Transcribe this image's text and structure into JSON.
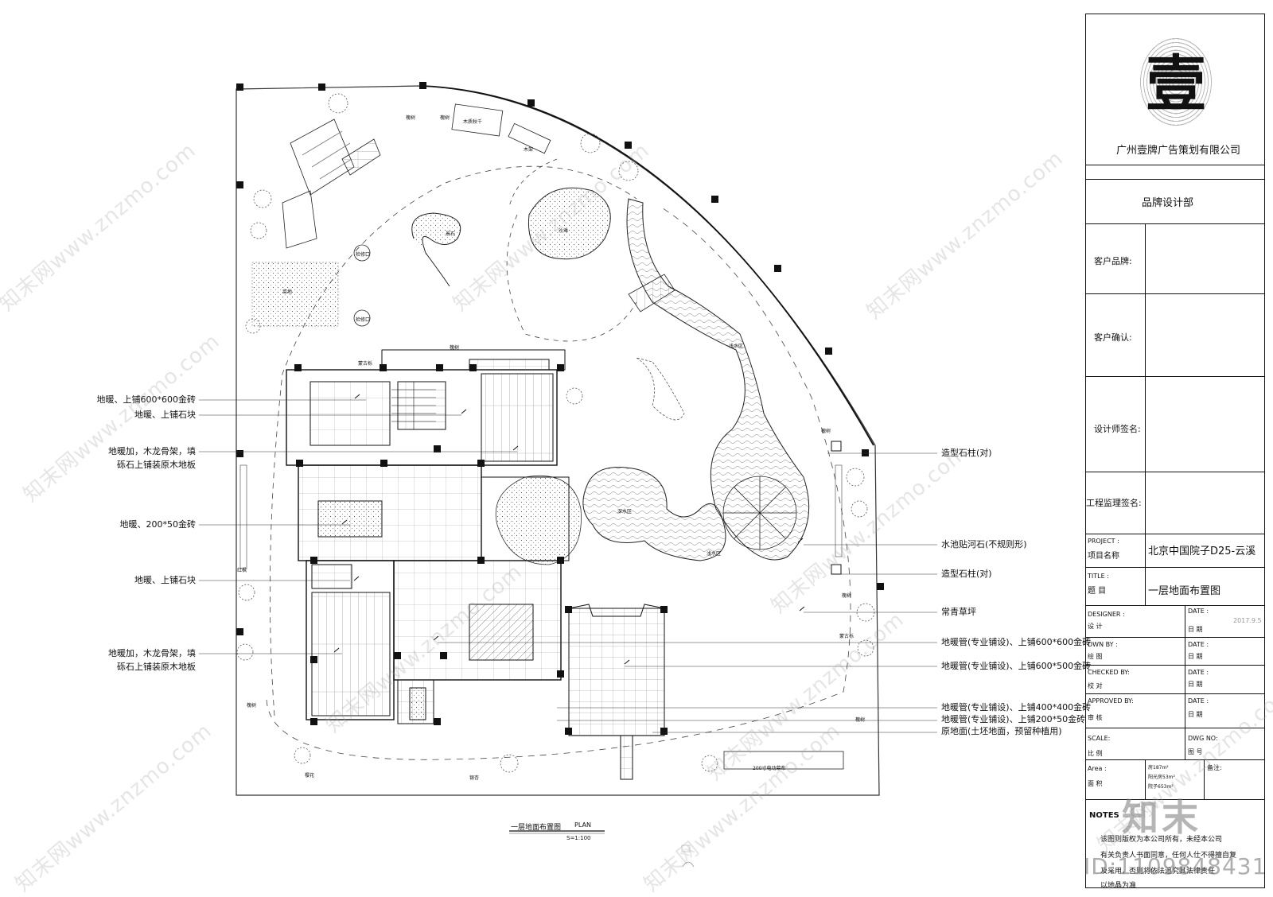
{
  "company": {
    "logo_char": "壹",
    "name": "广州壹牌广告策划有限公司",
    "department": "品牌设计部"
  },
  "title_block": {
    "client_brand": "客户品牌:",
    "client_confirm": "客户确认:",
    "designer_sign": "设计师签名:",
    "supervisor_sign": "工程监理签名:",
    "project_en": "PROJECT :",
    "project_cn": "项目名称",
    "project_name": "北京中国院子D25-云溪",
    "title_en": "TITLE :",
    "title_cn": "题  目",
    "title_value": "一层地面布置图",
    "designer_en": "DESIGNER :",
    "designer_cn": "设  计",
    "date_en": "DATE :",
    "date_cn": "日 期",
    "date_value": "2017.9.5",
    "dwn_en": "DWN BY :",
    "dwn_cn": "绘  图",
    "checked_en": "CHECKED  BY:",
    "checked_cn": "校  对",
    "approved_en": "APPROVED BY:",
    "approved_cn": "审  核",
    "scale_en": "SCALE:",
    "scale_cn": "比  例",
    "dwg_en": "DWG NO:",
    "dwg_cn": "图 号",
    "area_en": "Area :",
    "area_cn": "面  积",
    "area_values": [
      "房187m²",
      "阳光房53m²",
      "院子653m²"
    ],
    "remarks": "备注:",
    "notes_title": "NOTES",
    "notes_text": [
      "该图则版权为本公司所有，未经本公司",
      "有关负责人书面同意，任何人仕不得擅自复",
      "及采用，否则将依法追究其法律责任",
      "以地晶为准"
    ]
  },
  "left_callouts": [
    "地暖、上铺600*600金砖",
    "地暖、上铺石块",
    "地暖加，木龙骨架，填",
    "砾石上铺装原木地板",
    "地暖、200*50金砖",
    "地暖、上铺石块",
    "地暖加，木龙骨架，填",
    "砾石上铺装原木地板"
  ],
  "right_callouts": [
    "造型石柱(对)",
    "水池贴河石(不规则形)",
    "造型石柱(对)",
    "常青草坪",
    "地暖管(专业铺设)、上铺600*600金砖",
    "地暖管(专业铺设)、上铺600*500金砖",
    "地暖管(专业铺设)、上铺400*400金砖",
    "地暖管(专业铺设)、上铺200*50金砖",
    "原地面(土坯地面，预留种植用)"
  ],
  "plan_labels": [
    "槐树",
    "槐树",
    "木质秋千",
    "木架",
    "沙滩",
    "景石",
    "检修口",
    "菜地",
    "检修口",
    "槐树",
    "蒙古栎",
    "浅水区",
    "深水区",
    "浅水区",
    "槐树",
    "槐树",
    "蒙古栎",
    "红枫",
    "槐树",
    "槐树",
    "樱花",
    "银杏",
    "200寸电动幕布"
  ],
  "plan_caption": "一层地面布置图",
  "plan_caption_en": "PLAN",
  "plan_scale": "S=1:100",
  "watermark_text": "知末网www.znzmo.com",
  "corner_brand": "知末",
  "image_id": "ID:1109848431",
  "colors": {
    "line": "#111111",
    "watermark": "#a0a0a0"
  }
}
